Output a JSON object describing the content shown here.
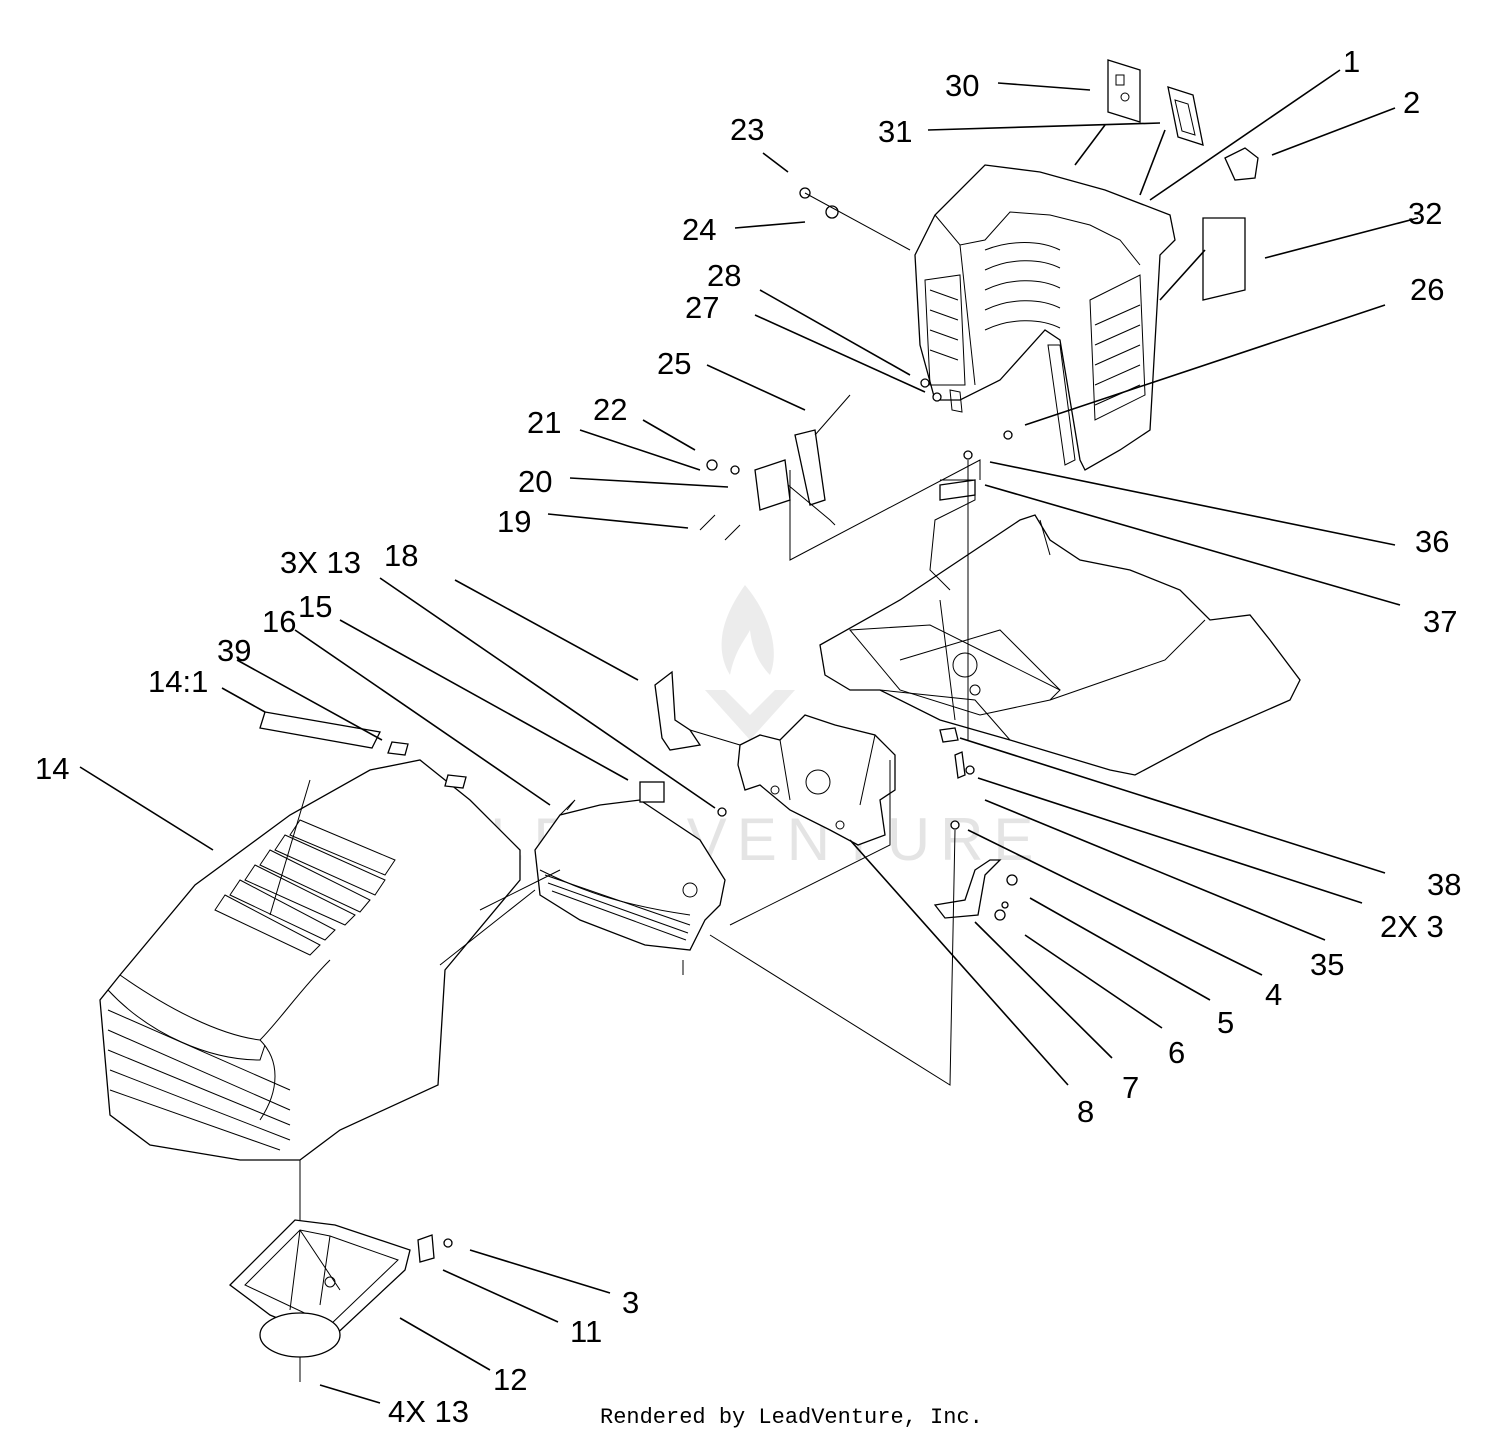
{
  "diagram": {
    "credit": "Rendered by LeadVenture, Inc.",
    "watermark": "LEADVENTURE",
    "callouts": {
      "c1": "1",
      "c2": "2",
      "c30": "30",
      "c31": "31",
      "c32": "32",
      "c23": "23",
      "c24": "24",
      "c28": "28",
      "c27": "27",
      "c26": "26",
      "c25": "25",
      "c22": "22",
      "c21": "21",
      "c20": "20",
      "c19": "19",
      "c36": "36",
      "c37": "37",
      "c3x13": "3X 13",
      "c18": "18",
      "c16": "16",
      "c15": "15",
      "c39": "39",
      "c14_1": "14:1",
      "c14": "14",
      "c38": "38",
      "c2x3": "2X 3",
      "c35": "35",
      "c4": "4",
      "c5": "5",
      "c6": "6",
      "c7": "7",
      "c8": "8",
      "c3": "3",
      "c11": "11",
      "c12": "12",
      "c4x13": "4X 13"
    }
  }
}
